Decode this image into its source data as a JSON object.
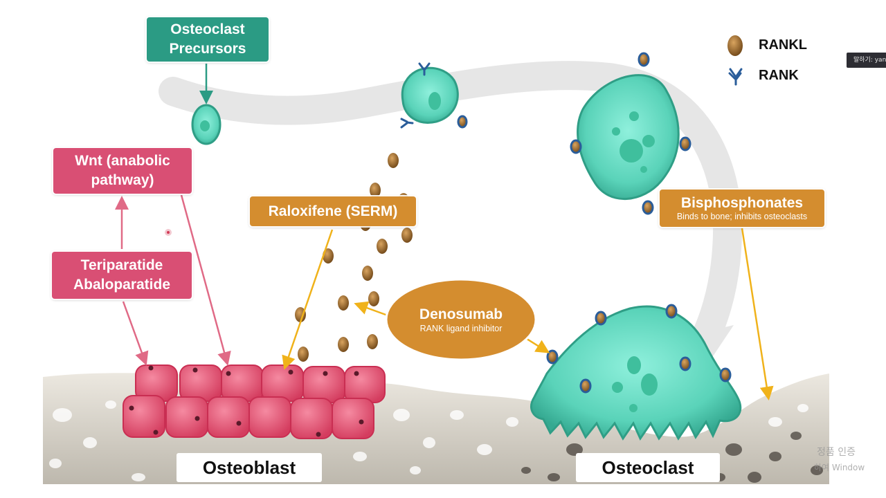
{
  "labels": {
    "osteoclast_precursors": [
      "Osteoclast",
      "Precursors"
    ],
    "wnt": [
      "Wnt (anabolic",
      "pathway)"
    ],
    "teriparatide": [
      "Teriparatide",
      "Abaloparatide"
    ],
    "raloxifene": "Raloxifene (SERM)",
    "bisphosphonates_title": "Bisphosphonates",
    "bisphosphonates_sub": "Binds to bone; inhibits osteoclasts",
    "denosumab_title": "Denosumab",
    "denosumab_sub": "RANK ligand inhibitor",
    "osteoblast": "Osteoblast",
    "osteoclast": "Osteoclast"
  },
  "legend": {
    "rankl": "RANKL",
    "rank": "RANK"
  },
  "overlay": {
    "tooltip": "말하기: yan",
    "watermark_line1": "정품 인증",
    "watermark_line2": "하여 Window"
  },
  "colors": {
    "teal": "#2b9b84",
    "pink": "#d94f74",
    "gold": "#d48d2f",
    "cell_teal": "#5fd6bd",
    "osteoblast_red": "#e2506e",
    "rankl_brown": "#8a5a22",
    "rank_blue": "#2a5d9a"
  }
}
